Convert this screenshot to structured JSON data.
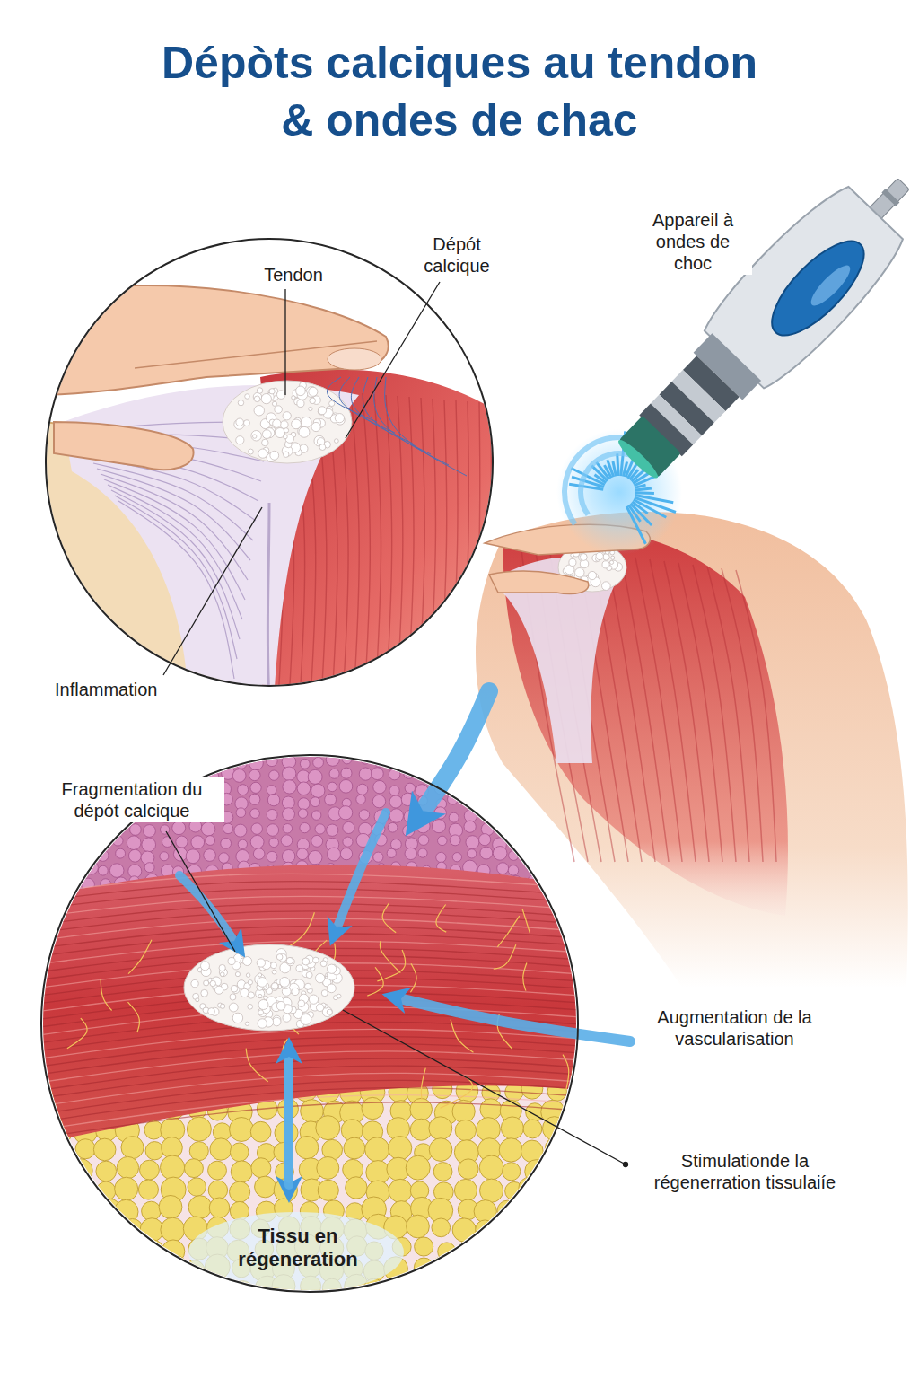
{
  "diagram": {
    "title": "Dépòts calciques au tendon & ondes de chac",
    "nodes": [
      {
        "text": [
          "Tendon",
          "Dépót calcique"
        ]
      },
      {
        "text": [
          "Tissu en régeneration"
        ]
      }
    ],
    "labels": [
      "Appareil à ondes de choc",
      "Inflammation",
      "Fragmentation du dépót calcique",
      "Augmentation de la vascularisation",
      "Stimulationde la régenerration tissulaiíe"
    ]
  }
}
